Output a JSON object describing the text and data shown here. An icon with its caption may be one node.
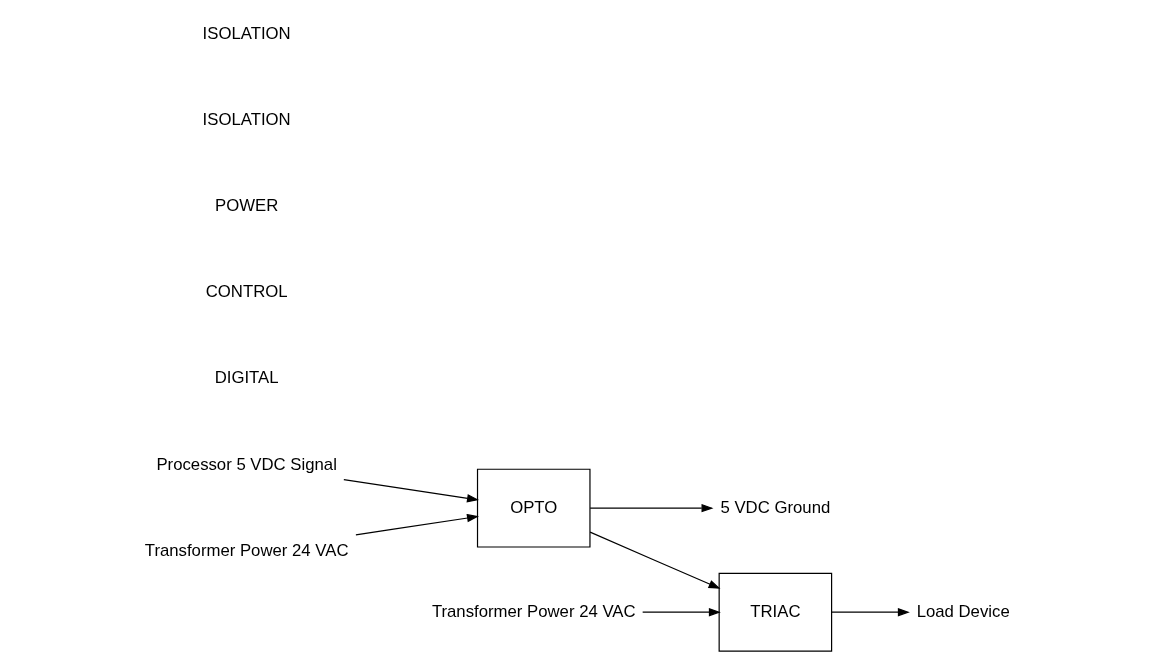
{
  "diagram": {
    "nodes": [
      {
        "text": [
          "Processor 5 VDC Signal"
        ]
      },
      {
        "text": [
          "OPTO"
        ]
      },
      {
        "text": [
          "Transformer Power 24 VAC"
        ]
      },
      {
        "text": [
          "5 VDC Ground"
        ]
      },
      {
        "text": [
          "TRIAC"
        ]
      },
      {
        "text": [
          "Transformer Power 24 VAC"
        ]
      },
      {
        "text": [
          "Load Device"
        ]
      }
    ],
    "edges": [
      {
        "from": 0,
        "to": 1,
        "arrow": "to"
      },
      {
        "from": 2,
        "to": 1,
        "arrow": "to"
      },
      {
        "from": 1,
        "to": 3,
        "arrow": "to"
      },
      {
        "from": 1,
        "to": 4,
        "arrow": "to"
      },
      {
        "from": 5,
        "to": 4,
        "arrow": "to"
      },
      {
        "from": 4,
        "to": 6,
        "arrow": "to"
      }
    ],
    "labels": [
      "DIGITAL",
      "CONTROL",
      "POWER",
      "ISOLATION",
      "ISOLATION"
    ]
  }
}
